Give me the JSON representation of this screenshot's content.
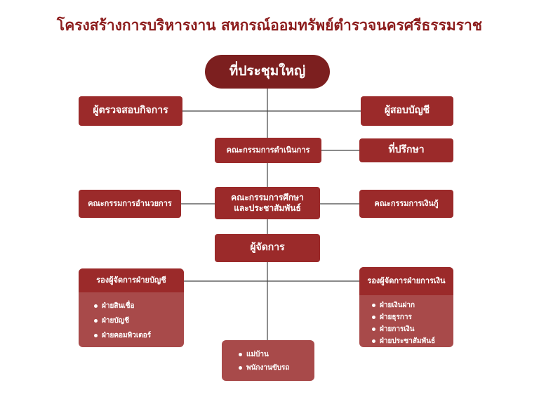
{
  "title": "โครงสร้างการบริหารงาน สหกรณ์ออมทรัพย์ตำรวจนครศรีธรรมราช",
  "colors": {
    "title": "#8c1c1c",
    "box": "#9b2a2a",
    "box_dark": "#7c1f1f",
    "panel": "#a84a4a",
    "line": "#444444"
  },
  "nodes": {
    "general_meeting": "ที่ประชุมใหญ่",
    "inspector": "ผู้ตรวจสอบกิจการ",
    "auditor": "ผู้สอบบัญชี",
    "board": "คณะกรรมการดำเนินการ",
    "advisor": "ที่ปรึกษา",
    "admin_committee": "คณะกรรมการอำนวยการ",
    "education_committee": {
      "line1": "คณะกรรมการศึกษา",
      "line2": "และประชาสัมพันธ์"
    },
    "loan_committee": "คณะกรรมการเงินกู้",
    "manager": "ผู้จัดการ"
  },
  "panels": {
    "accounting": {
      "header": "รองผู้จัดการฝ่ายบัญชี",
      "items": [
        "ฝ่ายสินเชื่อ",
        "ฝ่ายบัญชี",
        "ฝ่ายคอมพิวเตอร์"
      ]
    },
    "finance": {
      "header": "รองผู้จัดการฝ่ายการเงิน",
      "items": [
        "ฝ่ายเงินฝาก",
        "ฝ่ายธุรการ",
        "ฝ่ายการเงิน",
        "ฝ่ายประชาสัมพันธ์"
      ]
    },
    "staff": {
      "items": [
        "แม่บ้าน",
        "พนักงานขับรถ"
      ]
    }
  }
}
